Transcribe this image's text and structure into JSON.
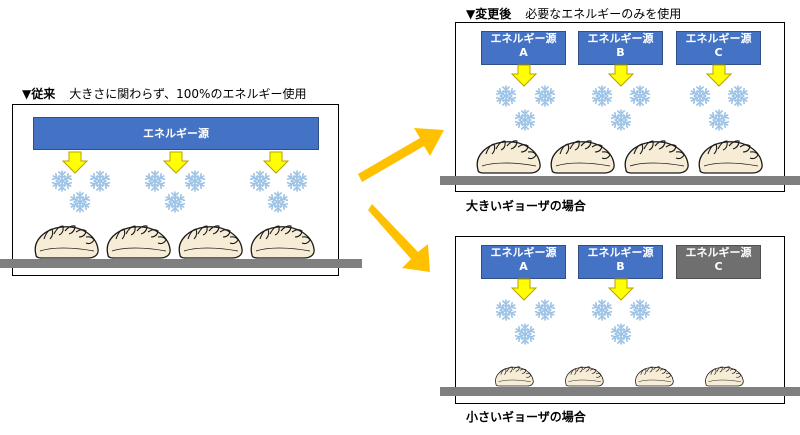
{
  "conventional": {
    "marker": "▼従来",
    "note": "大きさに関わらず、100%のエネルギー使用",
    "energy_label": "エネルギー源"
  },
  "changed": {
    "marker": "▼変更後",
    "note": "必要なエネルギーのみを使用"
  },
  "large_case": {
    "sources": [
      {
        "name": "エネルギー源",
        "id": "A",
        "active": true
      },
      {
        "name": "エネルギー源",
        "id": "B",
        "active": true
      },
      {
        "name": "エネルギー源",
        "id": "C",
        "active": true
      }
    ],
    "caption": "大きいギョーザの場合"
  },
  "small_case": {
    "sources": [
      {
        "name": "エネルギー源",
        "id": "A",
        "active": true
      },
      {
        "name": "エネルギー源",
        "id": "B",
        "active": true
      },
      {
        "name": "エネルギー源",
        "id": "C",
        "active": false
      }
    ],
    "caption": "小さいギョーザの場合"
  },
  "colors": {
    "energy_box": "#4472c4",
    "energy_box_off": "#6f6f6f",
    "down_arrow": "#ffff00",
    "flow_arrow": "#ffc000",
    "belt": "#7f7f7f",
    "snowflake": "#9dc3e6",
    "gyoza": "#f7ecd6"
  }
}
